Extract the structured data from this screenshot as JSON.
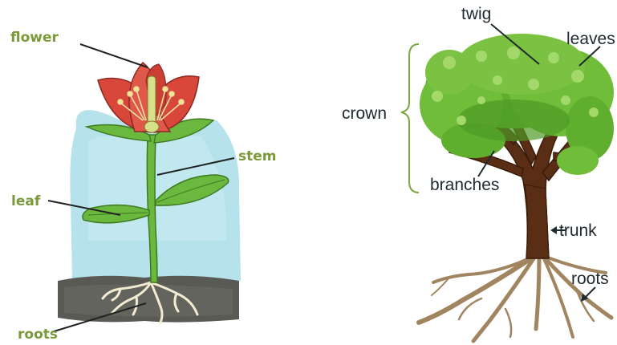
{
  "plant": {
    "labels": {
      "flower": "flower",
      "stem": "stem",
      "leaf": "leaf",
      "roots": "roots"
    }
  },
  "tree": {
    "labels": {
      "twig": "twig",
      "leaves": "leaves",
      "crown": "crown",
      "branches": "branches",
      "trunk": "trunk",
      "roots": "roots"
    }
  },
  "colors": {
    "plant_label": "#7a9a3a",
    "tree_label": "#1f2a2e",
    "petal": "#d9473b",
    "foliage": "#7cc242",
    "trunk": "#5a2e14",
    "root": "#a08560",
    "soil": "#5a5a55",
    "backdrop": "#a8dde8"
  }
}
